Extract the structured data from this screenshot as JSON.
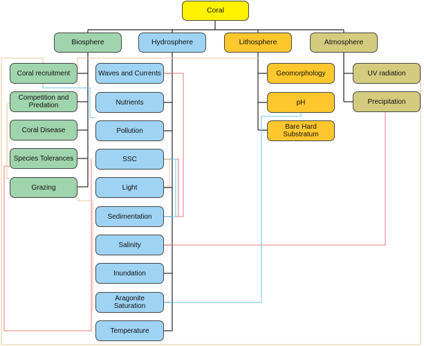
{
  "root": {
    "label": "Coral"
  },
  "columns": {
    "biosphere": {
      "label": "Biosphere",
      "items": [
        "Coral recruitment",
        "Competition and Predation",
        "Coral Disease",
        "Species Tolerances",
        "Grazing"
      ]
    },
    "hydrosphere": {
      "label": "Hydrosphere",
      "items": [
        "Waves and Currents",
        "Nutrients",
        "Pollution",
        "SSC",
        "Light",
        "Sedimentation",
        "Salinity",
        "Inundation",
        "Aragonite Saturation",
        "Temperature"
      ]
    },
    "lithosphere": {
      "label": "Lithosphere",
      "items": [
        "Geomorphology",
        "pH",
        "Bare Hard Substratum"
      ]
    },
    "atmosphere": {
      "label": "Atmosphere",
      "items": [
        "UV radiation",
        "Precipitation"
      ]
    }
  },
  "colors": {
    "root": "#fff200",
    "biosphere": "#9fd4ad",
    "hydrosphere": "#9fd3f3",
    "lithosphere": "#ffc72e",
    "atmosphere": "#d4cb7e",
    "tree_line": "#222222",
    "link_red": "#e8787a",
    "link_blue": "#6cc4e8",
    "link_tan": "#e9c49a"
  }
}
